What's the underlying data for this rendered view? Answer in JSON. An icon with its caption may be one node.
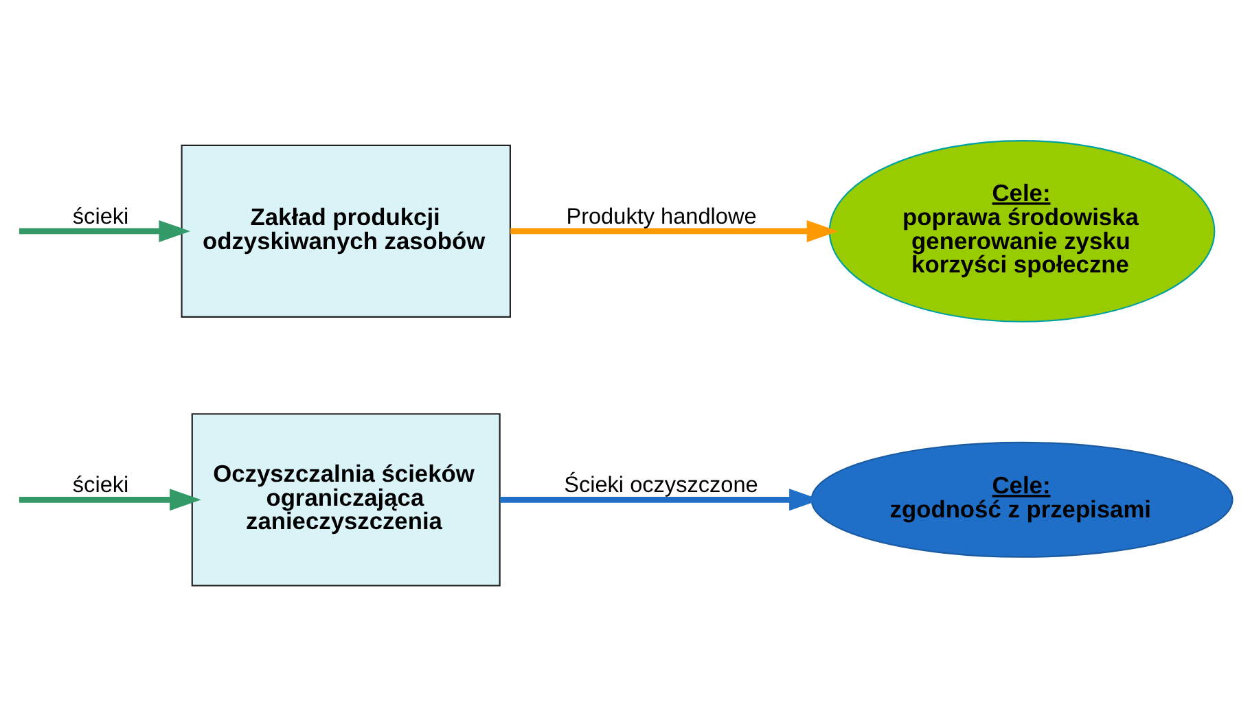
{
  "diagram": {
    "nodes": [
      {
        "text": [
          "Oczyszczalnia ścieków ograniczająca zanieczyszczenia"
        ]
      },
      {
        "text": [
          "Cele:",
          "zgodność z przepisami"
        ]
      },
      {
        "text": [
          "Zakład produkcji odzyskiwanych zasobów"
        ]
      },
      {
        "text": [
          "Cele:",
          "poprawa środowiska",
          "generowanie zysku",
          "korzyści społeczne"
        ]
      }
    ],
    "edges": [
      {
        "from": null,
        "to": 0,
        "arrow": "to",
        "label": "ścieki",
        "color": "#339966"
      },
      {
        "from": 0,
        "to": 1,
        "arrow": "to",
        "label": "Ścieki oczyszczone",
        "color": "#1f6fc8"
      },
      {
        "from": null,
        "to": 2,
        "arrow": "to",
        "label": "ścieki",
        "color": "#339966"
      },
      {
        "from": 2,
        "to": 3,
        "arrow": "to",
        "label": "Produkty handlowe",
        "color": "#ff9900"
      }
    ]
  }
}
